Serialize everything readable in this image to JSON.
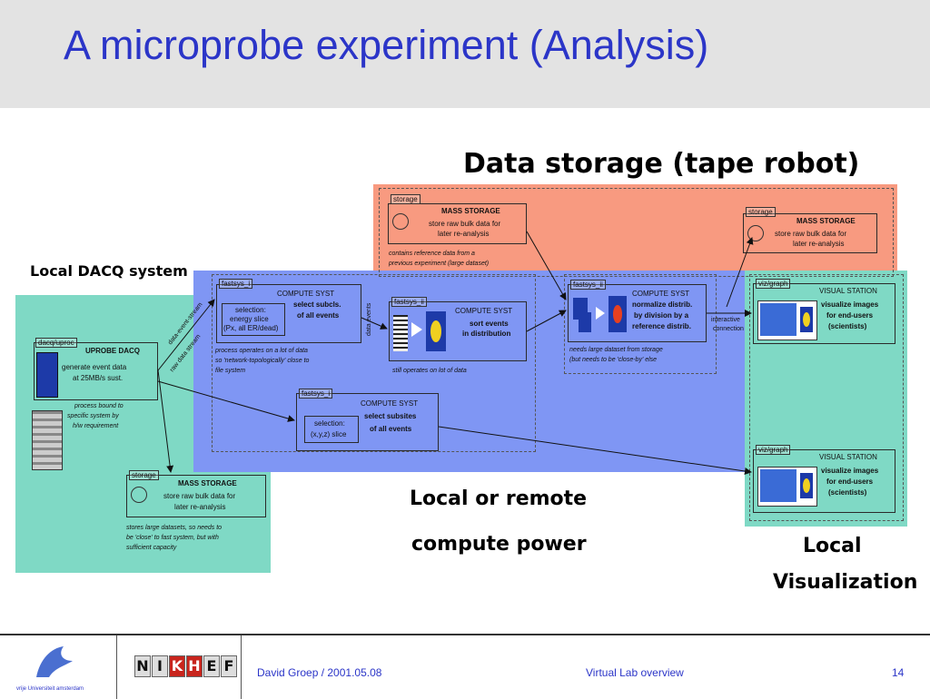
{
  "slide": {
    "title": "A microprobe experiment (Analysis)",
    "labels": {
      "data_storage": "Data storage (tape robot)",
      "local_dacq": "Local DACQ system",
      "compute_l1": "Local or remote",
      "compute_l2": "compute power",
      "visual_l1": "Local",
      "visual_l2": "Visualization"
    }
  },
  "storage": {
    "tag": "storage",
    "title": "MASS STORAGE",
    "desc1": "store raw bulk data for",
    "desc2": "later re-analysis",
    "note1": "contains reference data from a",
    "note2": "previous experiment (large dataset)",
    "right_tag": "storage",
    "right_title": "MASS STORAGE",
    "right_desc1": "store raw bulk data for",
    "right_desc2": "later re-analysis"
  },
  "dacq": {
    "tag": "dacq/uproc",
    "title": "UPROBE DACQ",
    "desc1": "generate event data",
    "desc2": "at 25MB/s sust.",
    "note1": "process bound to",
    "note2": "specific system by",
    "note3": "h/w requirement",
    "storage_tag": "storage",
    "storage_title": "MASS STORAGE",
    "storage_desc1": "store raw bulk data for",
    "storage_desc2": "later re-analysis",
    "storage_note1": "stores large datasets, so needs to",
    "storage_note2": "be 'close' to fast system, but with",
    "storage_note3": "sufficient capacity",
    "link1": "data-event-stream",
    "link2": "raw data stream"
  },
  "compute": {
    "a_tag": "fastsys_i",
    "a_title": "COMPUTE SYST",
    "a_desc1": "select subcls.",
    "a_desc2": "of all events",
    "a_sel1": "selection:",
    "a_sel2": "energy slice",
    "a_sel3": "(Px, all ER/dead)",
    "a_note1": "process operates on a lot of data",
    "a_note2": "so 'network-topologically' close to",
    "a_note3": "file system",
    "b_tag": "fastsys_ii",
    "b_title": "COMPUTE SYST",
    "b_desc1": "sort events",
    "b_desc2": "in distribution",
    "b_note": "still operates on lot of data",
    "c_tag": "fastsys_ii",
    "c_title": "COMPUTE SYST",
    "c_desc1": "normalize distrib.",
    "c_desc2": "by division by a",
    "c_desc3": "reference distrib.",
    "c_note1": "needs large dataset from storage",
    "c_note2": "(but needs to be 'close-by' else",
    "d_tag": "fastsys_i",
    "d_title": "COMPUTE SYST",
    "d_desc1": "select subsites",
    "d_desc2": "of all events",
    "d_sel1": "selection:",
    "d_sel2": "(x,y,z) slice",
    "link_side": "data events",
    "link_right1": "interactive",
    "link_right2": "connection"
  },
  "visual": {
    "a_tag": "viz/graph",
    "a_title": "VISUAL STATION",
    "a_desc1": "visualize images",
    "a_desc2": "for end-users",
    "a_desc3": "(scientists)",
    "b_tag": "viz/graph",
    "b_title": "VISUAL STATION",
    "b_desc1": "visualize images",
    "b_desc2": "for end-users",
    "b_desc3": "(scientists)"
  },
  "footer": {
    "logo_text1": "vrije Universiteit",
    "logo_text2": "amsterdam",
    "nikhef": [
      "N",
      "I",
      "K",
      "H",
      "E",
      "F"
    ],
    "author": "David Groep / 2001.05.08",
    "center": "Virtual Lab overview",
    "page": "14"
  },
  "colors": {
    "title": "#2b35c8",
    "storage_zone": "#f89a80",
    "compute_zone": "#7f96f4",
    "local_zone": "#7fd9c5"
  }
}
